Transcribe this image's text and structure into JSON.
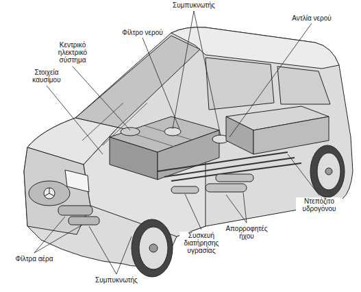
{
  "diagram": {
    "labels": [
      "Συμπυκνωτής",
      "Αντλία νερού",
      "Φίλτρο νερού",
      "Κεντρικό ηλεκτρικό σύστημα",
      "Στοιχεία καυσίμου",
      "Ντεπόζιτο υδρογόνου",
      "Απορροφητές ήχου",
      "Συσκευή διατήρησης υγρασίας",
      "Φίλτρα αέρα",
      "Συμπυκνωτής"
    ]
  }
}
